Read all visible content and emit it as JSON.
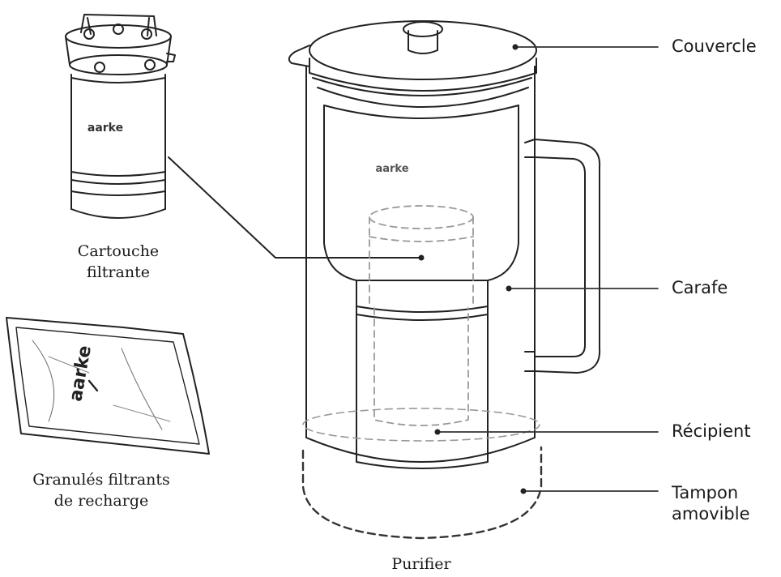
{
  "labels": {
    "couvercle": "Couvercle",
    "carafe": "Carafe",
    "recipient": "Récipient",
    "tampon_line1": "Tampon",
    "tampon_line2": "amovible",
    "cartouche_line1": "Cartouche",
    "cartouche_line2": "filtrante",
    "granules_line1": "Granulés filtrants",
    "granules_line2": "de recharge",
    "purifier": "Purifier"
  },
  "brand": {
    "cartridge_logo": "aarke",
    "pitcher_logo": "aarke",
    "pouch_logo": "aarke"
  },
  "colors": {
    "line": "#222222",
    "dashed": "#444444",
    "light_dashed": "#999999"
  }
}
